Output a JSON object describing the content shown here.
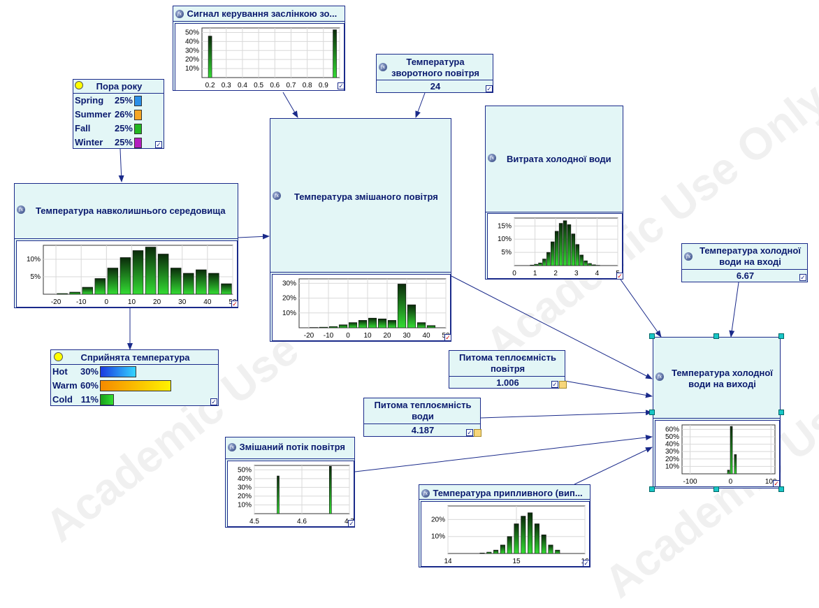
{
  "watermark": "Academic Use Only",
  "nodes": {
    "signal": {
      "title": "Сигнал керування заслінкою зо..."
    },
    "season": {
      "title": "Пора року",
      "states": [
        {
          "label": "Spring",
          "pct": "25%",
          "color": "#2b8fe8"
        },
        {
          "label": "Summer",
          "pct": "26%",
          "color": "#f5a623"
        },
        {
          "label": "Fall",
          "pct": "25%",
          "color": "#22b722"
        },
        {
          "label": "Winter",
          "pct": "25%",
          "color": "#b31fbf"
        }
      ]
    },
    "return_temp": {
      "title_line1": "Температура",
      "title_line2": "зворотного повітря",
      "value": "24"
    },
    "ambient": {
      "title": "Температура навколишнього середовища"
    },
    "mixed": {
      "title": "Температура змішаного повітря"
    },
    "cold_flow": {
      "title": "Витрата холодної води"
    },
    "cold_in": {
      "title_line1": "Температура холодної",
      "title_line2": "води на вході",
      "value": "6.67"
    },
    "perceived": {
      "title": "Сприйнята температура",
      "states": [
        {
          "label": "Hot",
          "pct": "30%",
          "frac": 0.3,
          "color": "blue"
        },
        {
          "label": "Warm",
          "pct": "60%",
          "frac": 0.6,
          "color": "orange"
        },
        {
          "label": "Cold",
          "pct": "11%",
          "frac": 0.11,
          "color": "green"
        }
      ]
    },
    "cp_air": {
      "title_line1": "Питома теплоємність",
      "title_line2": "повітря",
      "value": "1.006"
    },
    "cp_water": {
      "title_line1": "Питома теплоємність",
      "title_line2": "води",
      "value": "4.187"
    },
    "cold_out": {
      "title_line1": "Температура холодної",
      "title_line2": "води на виході"
    },
    "mixed_flow": {
      "title": "Змішаний потік повітря"
    },
    "supply": {
      "title": "Температура припливного (вип..."
    }
  },
  "chart_data": [
    {
      "id": "signal",
      "type": "bar",
      "xlim": [
        0.15,
        1.0
      ],
      "ylim": [
        0,
        55
      ],
      "xticks": [
        "0.2",
        "0.3",
        "0.4",
        "0.5",
        "0.6",
        "0.7",
        "0.8",
        "0.9",
        "1"
      ],
      "yticks": [
        "10%",
        "20%",
        "30%",
        "40%",
        "50%"
      ],
      "ytick_vals": [
        10,
        20,
        30,
        40,
        50
      ],
      "x": [
        0.2,
        0.97
      ],
      "values": [
        46,
        53
      ]
    },
    {
      "id": "ambient",
      "type": "bar",
      "xlim": [
        -25,
        50
      ],
      "ylim": [
        0,
        14
      ],
      "xticks": [
        "-20",
        "-10",
        "0",
        "10",
        "20",
        "30",
        "40",
        "50"
      ],
      "yticks": [
        "5%",
        "10%"
      ],
      "ytick_vals": [
        5,
        10
      ],
      "x": [
        -17.5,
        -12.5,
        -7.5,
        -2.5,
        2.5,
        7.5,
        12.5,
        17.5,
        22.5,
        27.5,
        32.5,
        37.5,
        42.5,
        47.5
      ],
      "width": 5,
      "values": [
        0.2,
        0.6,
        2,
        4.5,
        7.5,
        10.5,
        12.5,
        13.5,
        11.5,
        7.5,
        6,
        7,
        6,
        3
      ]
    },
    {
      "id": "mixed",
      "type": "bar",
      "xlim": [
        -25,
        50
      ],
      "ylim": [
        0,
        33
      ],
      "xticks": [
        "-20",
        "-10",
        "0",
        "10",
        "20",
        "30",
        "40",
        "50"
      ],
      "yticks": [
        "10%",
        "20%",
        "30%"
      ],
      "ytick_vals": [
        10,
        20,
        30
      ],
      "x": [
        -17.5,
        -12.5,
        -7.5,
        -2.5,
        2.5,
        7.5,
        12.5,
        17.5,
        22.5,
        27.5,
        32.5,
        37.5,
        42.5
      ],
      "width": 5,
      "values": [
        0.2,
        0.4,
        0.8,
        2,
        3.5,
        5,
        6.5,
        6,
        5,
        29.5,
        15.5,
        3.5,
        1.5
      ]
    },
    {
      "id": "cold_flow",
      "type": "bar",
      "xlim": [
        0,
        5
      ],
      "ylim": [
        0,
        18
      ],
      "xticks": [
        "0",
        "1",
        "2",
        "3",
        "4",
        "5"
      ],
      "yticks": [
        "5%",
        "10%",
        "15%"
      ],
      "ytick_vals": [
        5,
        10,
        15
      ],
      "x": [
        0.85,
        1.05,
        1.25,
        1.45,
        1.65,
        1.85,
        2.05,
        2.25,
        2.45,
        2.65,
        2.85,
        3.05,
        3.25,
        3.45,
        3.65,
        3.85,
        4.05
      ],
      "width": 0.2,
      "values": [
        0.2,
        0.5,
        1,
        2.5,
        5,
        9,
        13,
        16,
        17,
        15.5,
        12,
        8,
        4,
        1.8,
        0.8,
        0.3,
        0.1
      ]
    },
    {
      "id": "cold_out",
      "type": "bar",
      "xlim": [
        -120,
        110
      ],
      "ylim": [
        0,
        66
      ],
      "xticks": [
        "-100",
        "0",
        "100"
      ],
      "yticks": [
        "10%",
        "20%",
        "30%",
        "40%",
        "50%",
        "60%"
      ],
      "ytick_vals": [
        10,
        20,
        30,
        40,
        50,
        60
      ],
      "x": [
        -5,
        2,
        12
      ],
      "width": 4,
      "values": [
        5,
        64,
        26
      ]
    },
    {
      "id": "mixed_flow",
      "type": "bar",
      "xlim": [
        4.5,
        4.7
      ],
      "ylim": [
        0,
        55
      ],
      "xticks": [
        "4.5",
        "4.6",
        "4.7"
      ],
      "yticks": [
        "10%",
        "20%",
        "30%",
        "40%",
        "50%"
      ],
      "ytick_vals": [
        10,
        20,
        30,
        40,
        50
      ],
      "x": [
        4.55,
        4.66
      ],
      "width": 0.004,
      "values": [
        43,
        54
      ]
    },
    {
      "id": "supply",
      "type": "bar",
      "xlim": [
        14,
        16
      ],
      "ylim": [
        0,
        28
      ],
      "xticks": [
        "14",
        "15",
        "16"
      ],
      "yticks": [
        "10%",
        "20%"
      ],
      "ytick_vals": [
        10,
        20
      ],
      "x": [
        14.5,
        14.6,
        14.7,
        14.8,
        14.9,
        15,
        15.1,
        15.2,
        15.3,
        15.4,
        15.5,
        15.6
      ],
      "width": 0.08,
      "values": [
        0.3,
        0.8,
        2,
        5,
        10,
        17.5,
        22,
        24,
        17.5,
        11,
        5,
        2
      ]
    }
  ]
}
